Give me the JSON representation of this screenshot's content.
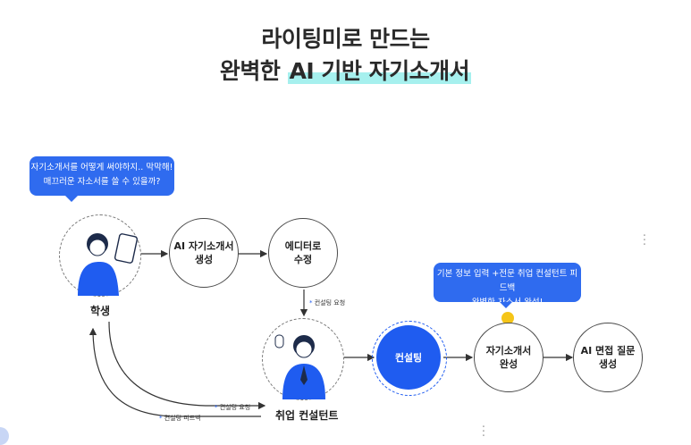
{
  "title": {
    "line1": "라이팅미로 만드는",
    "line2_prefix": "완벽한 ",
    "line2_highlight": "AI 기반 자기소개서"
  },
  "bubbles": {
    "student_line1": "자기소개서를 어떻게 써야하지.. 막막해!",
    "student_line2": "매끄러운 자소서를 쓸 수 있을까?",
    "complete_line1": "기본 정보 입력 +전문 취업 컨설턴트 피드백",
    "complete_line2": "완벽한 자소서 완성!"
  },
  "nodes": {
    "student": "학생",
    "ai_line1": "AI 자기소개서",
    "ai_line2": "생성",
    "editor_line1": "에디터로",
    "editor_line2": "수정",
    "consultant": "취업 컨설턴트",
    "consulting": "컨설팅",
    "complete_line1": "자기소개서",
    "complete_line2": "완성",
    "interview_line1": "AI 면접 질문",
    "interview_line2": "생성"
  },
  "edge_labels": {
    "consult_request_top": "컨설팅 요청",
    "consult_request_bottom": "컨설팅 요청",
    "consult_feedback": "컨설팅 피드백"
  },
  "colors": {
    "accent": "#1f5cf0",
    "highlight": "#a6f0ee",
    "bulb": "#f5c518"
  }
}
